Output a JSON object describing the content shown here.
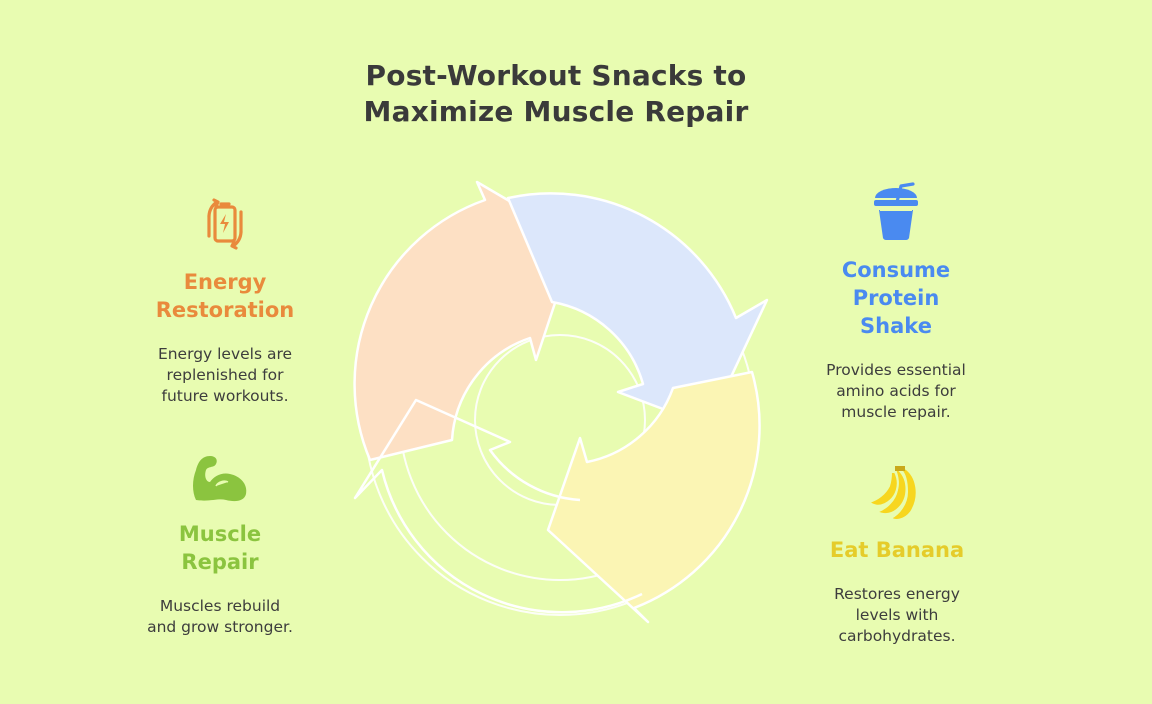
{
  "title": {
    "line1": "Post-Workout Snacks to",
    "line2": "Maximize Muscle Repair"
  },
  "colors": {
    "background": "#e8fcb1",
    "energy": "#e98a3c",
    "muscle": "#8bc43f",
    "protein": "#4a8af0",
    "banana": "#e5cc2a",
    "arrow_orange": "#fde0c4",
    "arrow_blue": "#dce7fb",
    "arrow_yellow": "#fbf5b4"
  },
  "steps": {
    "energy": {
      "icon": "battery-recharge-icon",
      "heading_line1": "Energy",
      "heading_line2": "Restoration",
      "desc_line1": "Energy levels are",
      "desc_line2": "replenished for",
      "desc_line3": "future workouts."
    },
    "muscle": {
      "icon": "flexed-arm-icon",
      "heading_line1": "Muscle",
      "heading_line2": "Repair",
      "desc_line1": "Muscles rebuild",
      "desc_line2": "and grow stronger."
    },
    "protein": {
      "icon": "protein-shake-icon",
      "heading_line1": "Consume",
      "heading_line2": "Protein",
      "heading_line3": "Shake",
      "desc_line1": "Provides essential",
      "desc_line2": "amino acids for",
      "desc_line3": "muscle repair."
    },
    "banana": {
      "icon": "banana-icon",
      "heading_line1": "Eat Banana",
      "desc_line1": "Restores energy",
      "desc_line2": "levels with",
      "desc_line3": "carbohydrates."
    }
  }
}
